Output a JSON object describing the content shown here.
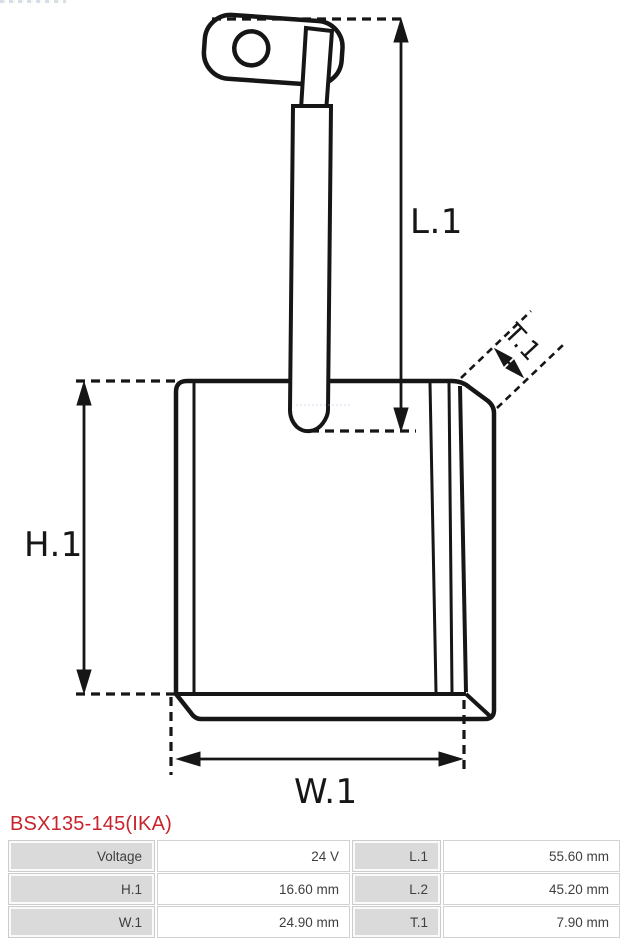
{
  "product": {
    "code": "BSX135-145(IKA)"
  },
  "drawing": {
    "dimension_labels": {
      "L1": "L.1",
      "H1": "H.1",
      "W1": "W.1",
      "T1": "T.1"
    },
    "line_color": "#161616"
  },
  "specs": {
    "rows": [
      {
        "left": {
          "label": "Voltage",
          "value": "24 V"
        },
        "right": {
          "label": "L.1",
          "value": "55.60 mm"
        }
      },
      {
        "left": {
          "label": "H.1",
          "value": "16.60 mm"
        },
        "right": {
          "label": "L.2",
          "value": "45.20 mm"
        }
      },
      {
        "left": {
          "label": "W.1",
          "value": "24.90 mm"
        },
        "right": {
          "label": "T.1",
          "value": "7.90 mm"
        }
      }
    ]
  },
  "colors": {
    "title": "#c9232b",
    "table_label_bg": "#dadada",
    "table_border": "#d2d2d2",
    "table_text": "#3f3f3f"
  }
}
